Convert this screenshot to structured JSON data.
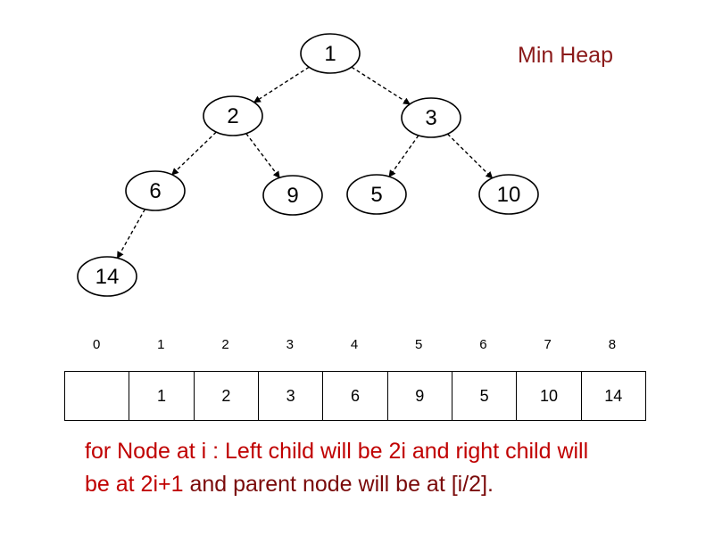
{
  "title": "Min Heap",
  "tree": {
    "nodes": [
      "1",
      "2",
      "3",
      "6",
      "9",
      "5",
      "10",
      "14"
    ]
  },
  "array": {
    "indices": [
      "0",
      "1",
      "2",
      "3",
      "4",
      "5",
      "6",
      "7",
      "8"
    ],
    "cells": [
      "",
      "1",
      "2",
      "3",
      "6",
      "9",
      "5",
      "10",
      "14"
    ]
  },
  "caption": {
    "line1": "for Node at i : Left child will be 2i and right child will",
    "line2_prefix": "be at 2i+1",
    "line2_suffix": " and parent node will be at [i/2]."
  },
  "colors": {
    "title": "#8b1a1a",
    "caption_red": "#c00000",
    "caption_dark": "#7a0a0a"
  }
}
